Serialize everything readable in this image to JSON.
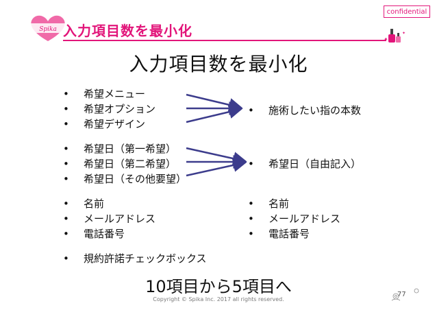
{
  "badge": "confidential",
  "header_title": "入力項目数を最小化",
  "logo_text": "Spika",
  "title": "入力項目数を最小化",
  "bullet": "•",
  "left_groups": [
    [
      "希望メニュー",
      "希望オプション",
      "希望デザイン"
    ],
    [
      "希望日（第一希望）",
      "希望日（第二希望）",
      "希望日（その他要望）"
    ],
    [
      "名前",
      "メールアドレス",
      "電話番号"
    ],
    [
      "規約許諾チェックボックス"
    ]
  ],
  "right_items": {
    "g1": "施術したい指の本数",
    "g2": "希望日（自由記入）",
    "g3": [
      "名前",
      "メールアドレス",
      "電話番号"
    ]
  },
  "summary": "10項目から5項目へ",
  "copyright": "Copyright © Spika Inc. 2017 all rights reserved.",
  "page_number": "77",
  "colors": {
    "accent": "#e2157a",
    "arrow": "#3c3c8c",
    "heart": "#f06aa8"
  }
}
